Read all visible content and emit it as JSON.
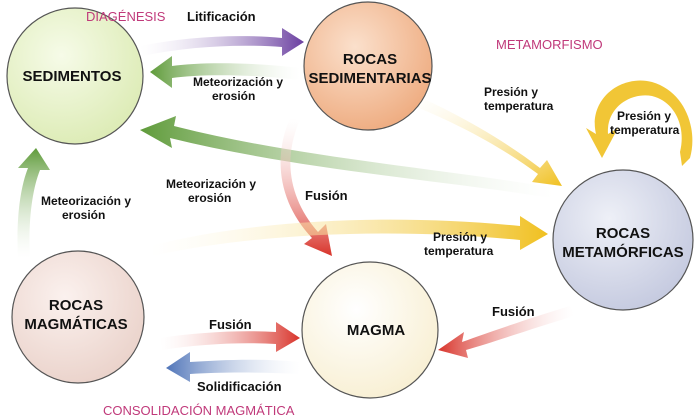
{
  "nodes": {
    "sedimentos": {
      "label": "SEDIMENTOS"
    },
    "rocas_sedimentarias": {
      "line1": "ROCAS",
      "line2": "SEDIMENTARIAS"
    },
    "rocas_metamorficas": {
      "line1": "ROCAS",
      "line2": "METAMÓRFICAS"
    },
    "rocas_magmaticas": {
      "line1": "ROCAS",
      "line2": "MAGMÁTICAS"
    },
    "magma": {
      "label": "MAGMA"
    }
  },
  "processes": {
    "diagenesis": "DIAGÉNESIS",
    "metamorfismo": "METAMORFISMO",
    "consolidacion": "CONSOLIDACIÓN MAGMÁTICA"
  },
  "arrows": {
    "litificacion": "Litificación",
    "meteorizacion_top": {
      "line1": "Meteorización y",
      "line2": "erosión"
    },
    "meteorizacion_mid": {
      "line1": "Meteorización y",
      "line2": "erosión"
    },
    "meteorizacion_left": {
      "line1": "Meteorización y",
      "line2": "erosión"
    },
    "presion_top": {
      "line1": "Presión y",
      "line2": "temperatura"
    },
    "presion_loop": {
      "line1": "Presión y",
      "line2": "temperatura"
    },
    "presion_mid": {
      "line1": "Presión y",
      "line2": "temperatura"
    },
    "fusion_sed": "Fusión",
    "fusion_meta": "Fusión",
    "fusion_mag": "Fusión",
    "solidificacion": "Solidificación"
  },
  "colors": {
    "purple": "#6a3fa0",
    "green": "#5f9b3a",
    "yellow": "#f0c020",
    "red": "#d8332a",
    "blue": "#4f74b8",
    "pink_text": "#c0397a",
    "sedimentos_fill": "#e9f3cf",
    "sedimentarias_fill": "#f6c8a6",
    "metamorficas_fill": "#d8dcec",
    "magmaticas_fill": "#f3e2dd",
    "magma_fill": "#fdf8e6"
  }
}
